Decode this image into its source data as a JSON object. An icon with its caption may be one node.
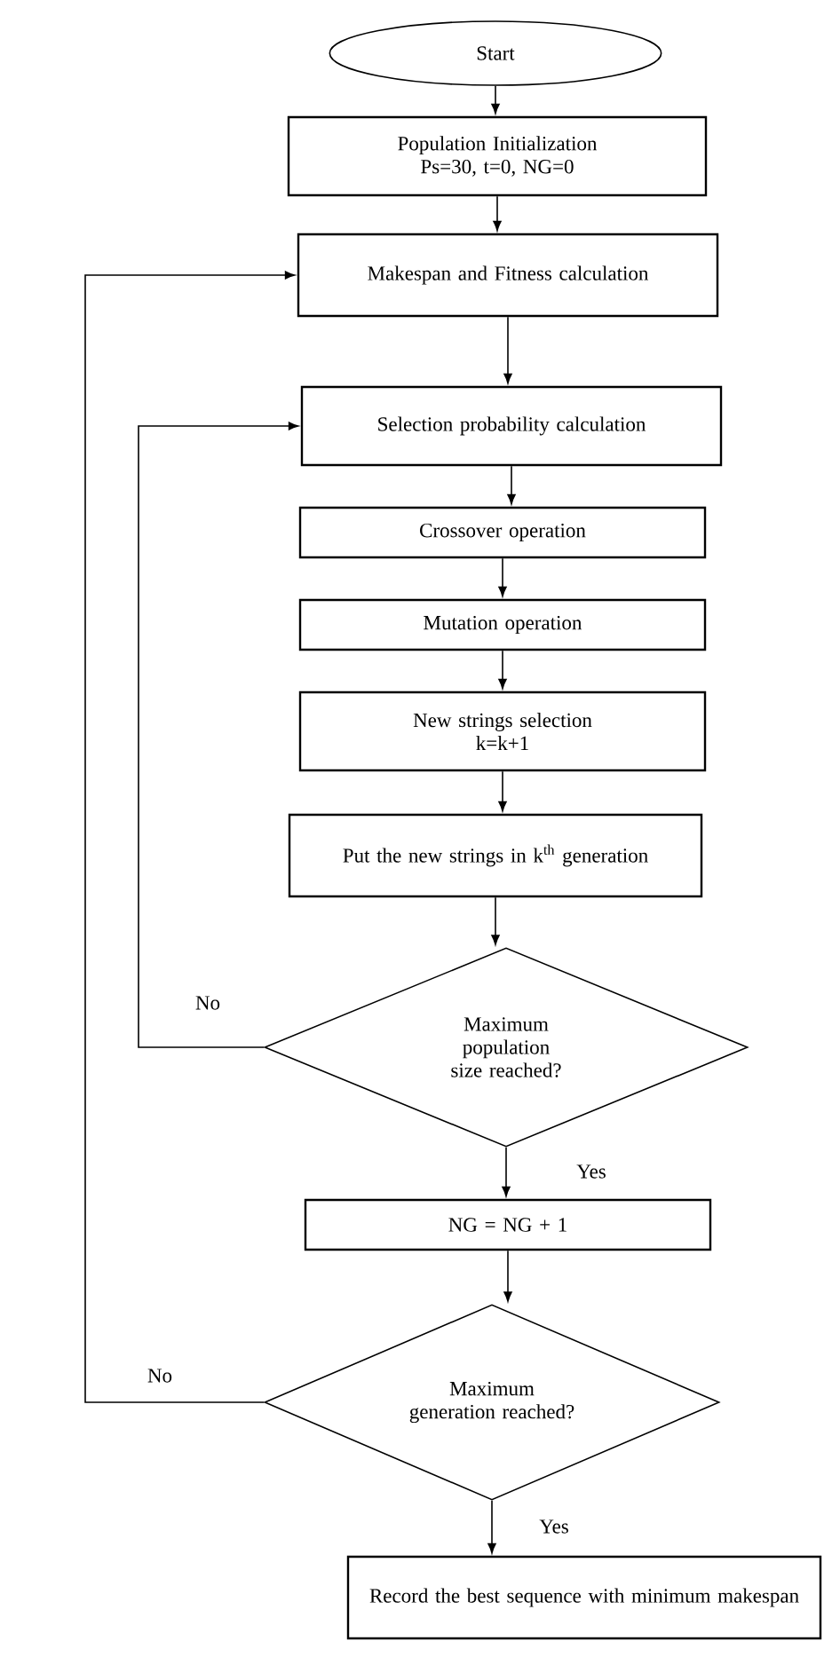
{
  "diagram": {
    "nodes": [
      {
        "text": [
          "Start"
        ]
      },
      {
        "text": [
          "Population Initialization",
          "Ps=30, t=0, NG=0"
        ]
      },
      {
        "text": [
          "Makespan and Fitness calculation"
        ]
      },
      {
        "text": [
          "Selection probability calculation"
        ]
      },
      {
        "text": [
          "Crossover operation"
        ]
      },
      {
        "text": [
          "Mutation operation"
        ]
      },
      {
        "text": [
          "New strings selection",
          "k=k+1"
        ]
      },
      {
        "text": [
          "Put the new strings in k$^{th}$ generation"
        ]
      },
      {
        "text": [
          "Maximum population size reached?"
        ]
      },
      {
        "text": [
          "NG = NG + 1"
        ]
      },
      {
        "text": [
          "Maximum generation reached?"
        ]
      },
      {
        "text": [
          "Record the best sequence with minimum makespan"
        ]
      }
    ],
    "edges": [
      {
        "from": 0,
        "to": 1,
        "arrow": "to"
      },
      {
        "from": 1,
        "to": 2,
        "arrow": "to"
      },
      {
        "from": 2,
        "to": 3,
        "arrow": "to"
      },
      {
        "from": 3,
        "to": 4,
        "arrow": "to"
      },
      {
        "from": 4,
        "to": 5,
        "arrow": "to"
      },
      {
        "from": 5,
        "to": 6,
        "arrow": "to"
      },
      {
        "from": 6,
        "to": 7,
        "arrow": "to"
      },
      {
        "from": 7,
        "to": 8,
        "arrow": "to"
      },
      {
        "from": 8,
        "to": 9,
        "arrow": "to",
        "label": "Yes"
      },
      {
        "from": 8,
        "to": 3,
        "arrow": "to",
        "label": "No"
      },
      {
        "from": 9,
        "to": 10,
        "arrow": "to"
      },
      {
        "from": 10,
        "to": 11,
        "arrow": "to",
        "label": "Yes"
      },
      {
        "from": 10,
        "to": 2,
        "arrow": "to",
        "label": "No"
      }
    ]
  }
}
